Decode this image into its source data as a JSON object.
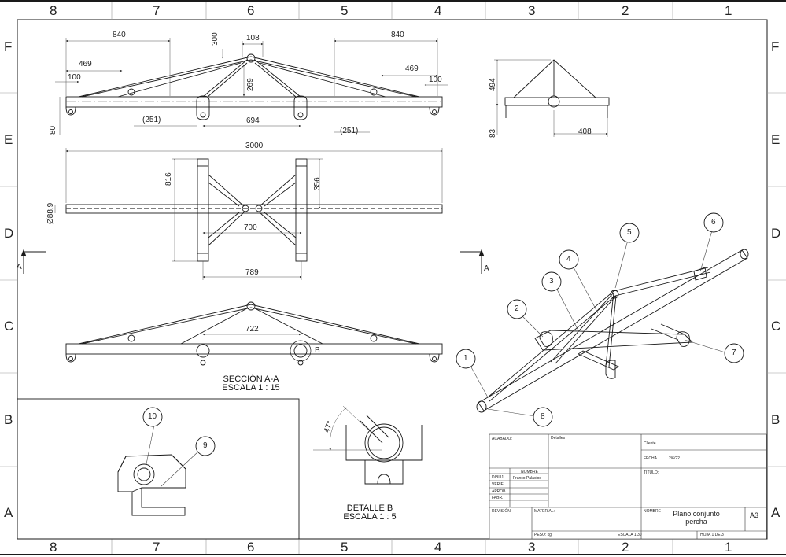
{
  "zones": {
    "columns": [
      "8",
      "7",
      "6",
      "5",
      "4",
      "3",
      "2",
      "1"
    ],
    "rows": [
      "F",
      "E",
      "D",
      "C",
      "B",
      "A"
    ]
  },
  "dimensions": {
    "top_width_left": "840",
    "top_width_right": "840",
    "top_center": "108",
    "top_height": "300",
    "left_469": "469",
    "right_469": "469",
    "left_100": "100",
    "right_100": "100",
    "height_269": "269",
    "span_694": "694",
    "ref_left": "(251)",
    "ref_right": "(251)",
    "height_80": "80",
    "side_494": "494",
    "side_83": "83",
    "side_408": "408",
    "length_3000": "3000",
    "width_816": "816",
    "width_356": "356",
    "diameter": "Ø88,9",
    "span_700": "700",
    "span_789": "789",
    "span_722": "722",
    "angle_47": "47°"
  },
  "section_marks": {
    "left": "A",
    "right": "A",
    "detail": "B"
  },
  "captions": {
    "section_title": "SECCIÓN A-A",
    "section_scale": "ESCALA 1 : 15",
    "detail_title": "DETALLE B",
    "detail_scale": "ESCALA 1 : 5"
  },
  "balloons": [
    "1",
    "2",
    "3",
    "4",
    "5",
    "6",
    "7",
    "8",
    "9",
    "10"
  ],
  "title_block": {
    "acabado": "ACABADO:",
    "detalles": "Detalles",
    "cliente": "Cliente",
    "nombre_header": "NOMBRE",
    "dibuj": "DIBUJ.",
    "dibuj_name": "Franco Palacios",
    "verif": "VERIF.",
    "aprob": "APROB.",
    "fabr": "FABR.",
    "fecha": "FECHA",
    "fecha_value": "2/6/22",
    "titulo": "TÍTULO:",
    "revision": "REVISIÓN",
    "material": "MATERIAL:",
    "nombre_label": "NOMBRE",
    "drawing_title": "Plano conjunto percha",
    "size": "A3",
    "peso": "PESO: kg",
    "escala": "ESCALA 1:30",
    "hoja": "HOJA 1 DE 3"
  },
  "colors": {
    "line": "#1a1a1a",
    "thin": "#444444",
    "paper": "#ffffff"
  }
}
